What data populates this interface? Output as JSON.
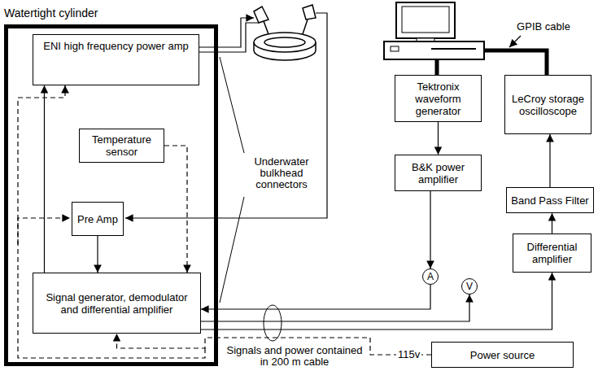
{
  "diagram": {
    "nodes": [
      {
        "text": [
          "Watertight cylinder"
        ]
      },
      {
        "text": [
          "ENI high frequency power amp"
        ],
        "in": 0
      },
      {
        "text": [
          "Temperature sensor"
        ],
        "in": 0
      },
      {
        "text": [
          "Pre Amp"
        ],
        "in": 0
      },
      {
        "text": [
          "Signal generator, demodulator and differential amplifier"
        ],
        "in": 0
      },
      {
        "text": [
          "Tektronix waveform generator"
        ]
      },
      {
        "text": [
          "LeCroy storage oscilloscope"
        ]
      },
      {
        "text": [
          "B&K power amplifier"
        ]
      },
      {
        "text": [
          "Band Pass Filter"
        ]
      },
      {
        "text": [
          "A"
        ]
      },
      {
        "text": [
          "V"
        ]
      },
      {
        "text": [
          "Differential amplifier"
        ]
      },
      {
        "text": [
          "Power source"
        ]
      }
    ],
    "edges": [
      {
        "from": 5,
        "to": 7,
        "arrow": "to"
      },
      {
        "from": 7,
        "to": 9,
        "arrow": "to"
      },
      {
        "from": 9,
        "to": 4,
        "arrow": "to"
      },
      {
        "from": 4,
        "to": 10,
        "arrow": "to"
      },
      {
        "from": 4,
        "to": 11,
        "arrow": "to"
      },
      {
        "from": 11,
        "to": 8,
        "arrow": "to"
      },
      {
        "from": 8,
        "to": 6,
        "arrow": "to"
      },
      {
        "from": 12,
        "to": 4,
        "arrow": "to"
      },
      {
        "from": 4,
        "to": 1,
        "arrow": "to"
      },
      {
        "from": 3,
        "to": 4,
        "arrow": "to"
      },
      {
        "from": 2,
        "to": 4,
        "arrow": "to"
      }
    ],
    "labels": [
      "GPIB cable",
      "Underwater bulkhead connectors",
      "Signals and power contained in 200 m cable",
      "115v"
    ]
  }
}
